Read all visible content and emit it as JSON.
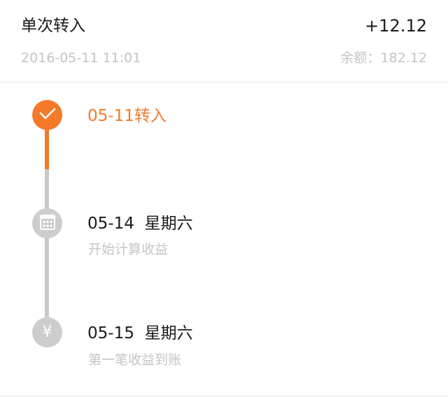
{
  "header": {
    "title": "单次转入",
    "amount": "+12.12",
    "datetime": "2016-05-11 11:01",
    "balance": "余额：182.12"
  },
  "timeline": {
    "progress_done_steps": 1,
    "progress_total_steps": 3,
    "steps": [
      {
        "icon": "check-icon",
        "title": "05-11转入",
        "subtitle": "",
        "status": "done"
      },
      {
        "icon": "calendar-icon",
        "title": "05-14  星期六",
        "subtitle": "开始计算收益",
        "status": "pending"
      },
      {
        "icon": "yen-icon",
        "glyph": "¥",
        "title": "05-15  星期六",
        "subtitle": "第一笔收益到账",
        "status": "pending"
      }
    ]
  },
  "colors": {
    "accent": "#f47a2a",
    "inactive": "#cdcdcd",
    "muted_text": "#c4c4c4",
    "divider": "#e5e5e5"
  }
}
